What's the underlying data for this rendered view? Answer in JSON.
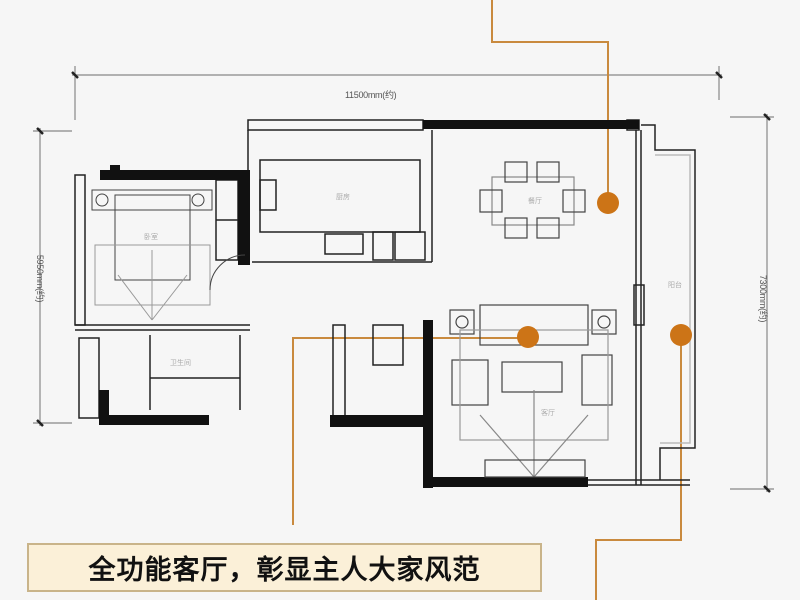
{
  "floorplan": {
    "dimensions": {
      "width": "11500mm(约)",
      "left_depth": "5950mm(约)",
      "right_depth": "7300mm(约)"
    },
    "rooms": [
      {
        "id": "bedroom",
        "label": "卧室"
      },
      {
        "id": "bathroom",
        "label": "卫生间"
      },
      {
        "id": "kitchen",
        "label": "厨房"
      },
      {
        "id": "dining",
        "label": "餐厅"
      },
      {
        "id": "living",
        "label": "客厅"
      },
      {
        "id": "balcony",
        "label": "阳台"
      }
    ],
    "hotspots": [
      {
        "id": "dining-hotspot"
      },
      {
        "id": "living-hotspot"
      },
      {
        "id": "balcony-hotspot"
      }
    ],
    "colors": {
      "accent": "#cc7417",
      "leader_line": "#c98a3e",
      "wall": "#111111",
      "caption_bg": "#fbf0d8"
    }
  },
  "caption": {
    "text": "全功能客厅，彰显主人大家风范"
  }
}
